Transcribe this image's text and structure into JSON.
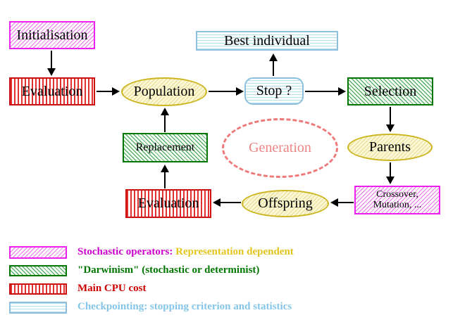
{
  "nodes": {
    "initialisation": "Initialisation",
    "evaluation_top": "Evaluation",
    "population": "Population",
    "best_individual": "Best individual",
    "stop": "Stop ?",
    "selection": "Selection",
    "parents": "Parents",
    "crossover_line1": "Crossover,",
    "crossover_line2": "Mutation, ...",
    "offspring": "Offspring",
    "evaluation_bottom": "Evaluation",
    "replacement": "Replacement",
    "generation": "Generation"
  },
  "legend": {
    "rows": [
      {
        "label": "Stochastic operators:",
        "suffix": "  Representation dependent"
      },
      {
        "label": "\"Darwinism\" (stochastic or determinist)"
      },
      {
        "label": "Main CPU cost"
      },
      {
        "label": "Checkpointing: stopping criterion and statistics"
      }
    ]
  },
  "colors": {
    "magenta_border": "#ee22ee",
    "red_border": "#cc1111",
    "green_border": "#007700",
    "cyan_border": "#8cc0dd",
    "yellow_border": "#ccb520",
    "salmon": "#ee7979",
    "legend_magenta": "#cc00cc",
    "legend_yellow": "#e2c51c",
    "legend_green": "#007700",
    "legend_red": "#cc0000",
    "legend_blue": "#85c6e8"
  }
}
